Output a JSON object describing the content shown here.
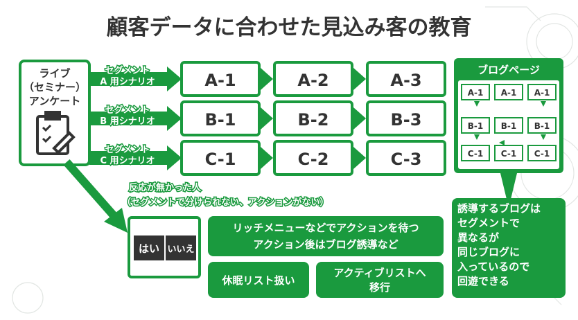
{
  "title": "顧客データに合わせた見込み客の教育",
  "source": {
    "lines": [
      "ライブ",
      "（セミナー）",
      "アンケート"
    ],
    "icon": "clipboard-check-icon"
  },
  "segments": [
    {
      "label_lines": [
        "セグメント",
        "A 用シナリオ"
      ],
      "steps": [
        "A-1",
        "A-2",
        "A-3"
      ]
    },
    {
      "label_lines": [
        "セグメント",
        "B 用シナリオ"
      ],
      "steps": [
        "B-1",
        "B-2",
        "B-3"
      ]
    },
    {
      "label_lines": [
        "セグメント",
        "C 用シナリオ"
      ],
      "steps": [
        "C-1",
        "C-2",
        "C-3"
      ]
    }
  ],
  "no_reaction": {
    "lines": [
      "反応が無かった人",
      "（セグメントで分けられない、アクションがない）"
    ],
    "buttons": {
      "yes": "はい",
      "no": "いいえ"
    }
  },
  "actions": {
    "rich_menu_lines": [
      "リッチメニューなどでアクションを待つ",
      "アクション後はブログ誘導など"
    ],
    "dormant": "休眠リスト扱い",
    "active_lines": [
      "アクティブリストへ",
      "移行"
    ]
  },
  "blog": {
    "title": "ブログページ",
    "grid": [
      [
        "A-1",
        "A-1",
        "A-1"
      ],
      [
        "B-1",
        "B-1",
        "B-1"
      ],
      [
        "C-1",
        "C-1",
        "C-1"
      ]
    ],
    "note_lines": [
      "誘導するブログは",
      "セグメントで",
      "異なるが",
      "同じブログに",
      "入っているので",
      "回遊できる"
    ]
  },
  "colors": {
    "accent": "#1a9a3e",
    "text": "#333333",
    "button_dark": "#333333"
  }
}
